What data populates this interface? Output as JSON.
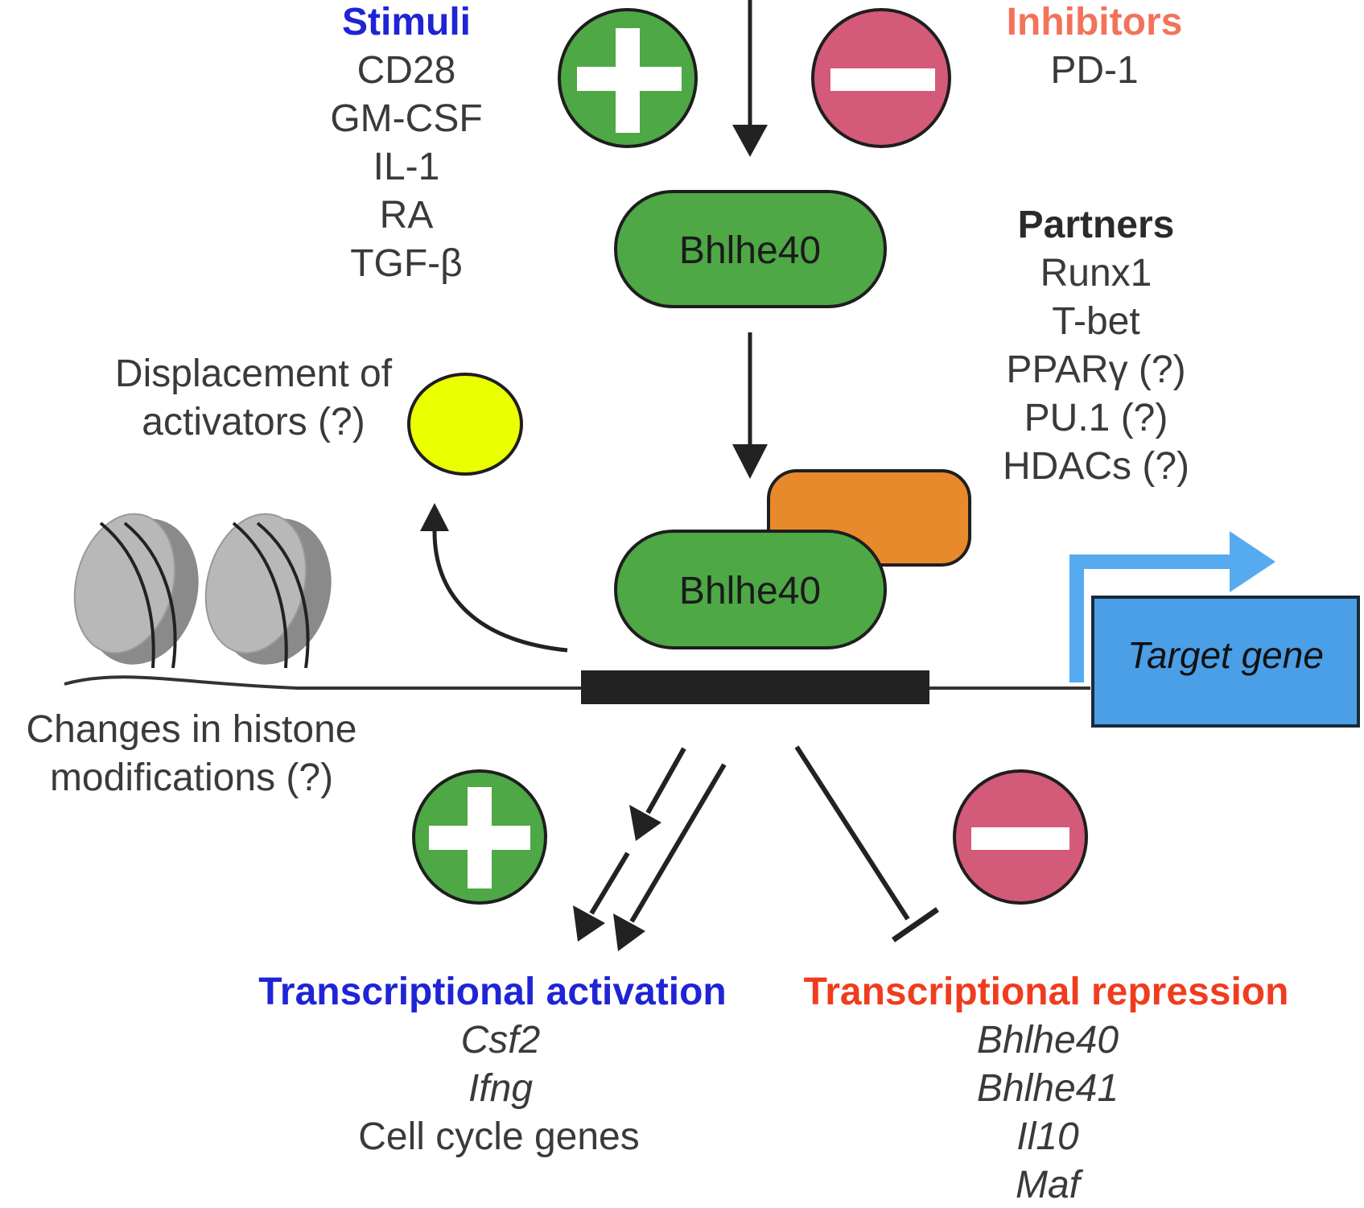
{
  "stimuli": {
    "heading": "Stimuli",
    "items": [
      "CD28",
      "GM-CSF",
      "IL-1",
      "RA",
      "TGF-β"
    ]
  },
  "inhibitors": {
    "heading": "Inhibitors",
    "items": [
      "PD-1"
    ]
  },
  "partners": {
    "heading": "Partners",
    "items": [
      "Runx1",
      "T-bet",
      "PPARγ (?)",
      "PU.1 (?)",
      "HDACs (?)"
    ]
  },
  "factor_label": "Bhlhe40",
  "bound_factor_label": "Bhlhe40",
  "displacement": [
    "Displacement of",
    "activators (?)"
  ],
  "histone": [
    "Changes in histone",
    "modifications (?)"
  ],
  "target_gene": "Target gene",
  "activation": {
    "heading": "Transcriptional activation",
    "items": [
      "Csf2",
      "Ifng",
      "Cell cycle genes"
    ]
  },
  "repression": {
    "heading": "Transcriptional repression",
    "items": [
      "Bhlhe40",
      "Bhlhe41",
      "Il10",
      "Maf"
    ]
  },
  "colors": {
    "green": "#4ea845",
    "pink": "#d45a7a",
    "orange": "#e8892b",
    "yellow": "#eaff00",
    "blue_box": "#4a9fe6",
    "blue_arrow": "#55aaf0",
    "heading_blue": "#1f24d6",
    "heading_red": "#f03c1e",
    "heading_salmon": "#f2735a"
  }
}
